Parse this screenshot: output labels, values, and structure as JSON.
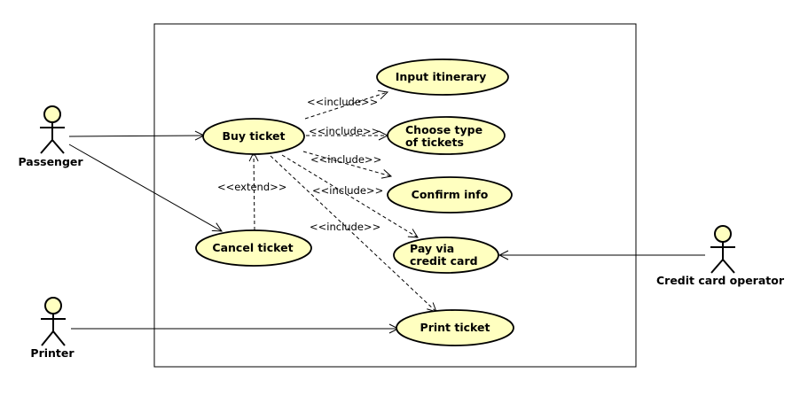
{
  "actors": {
    "passenger": "Passenger",
    "printer": "Printer",
    "credit_card_operator": "Credit card operator"
  },
  "use_cases": {
    "buy_ticket": "Buy ticket",
    "input_itinerary": "Input itinerary",
    "choose_type_line1": "Choose type",
    "choose_type_line2": "of tickets",
    "confirm_info": "Confirm info",
    "pay_line1": "Pay via",
    "pay_line2": "credit card",
    "print_ticket": "Print ticket",
    "cancel_ticket": "Cancel ticket"
  },
  "relations": {
    "include_label": "<<include>>",
    "extend_label": "<<extend>>"
  },
  "colors": {
    "use_case_fill": "#ffffc0",
    "stroke": "#000000"
  }
}
